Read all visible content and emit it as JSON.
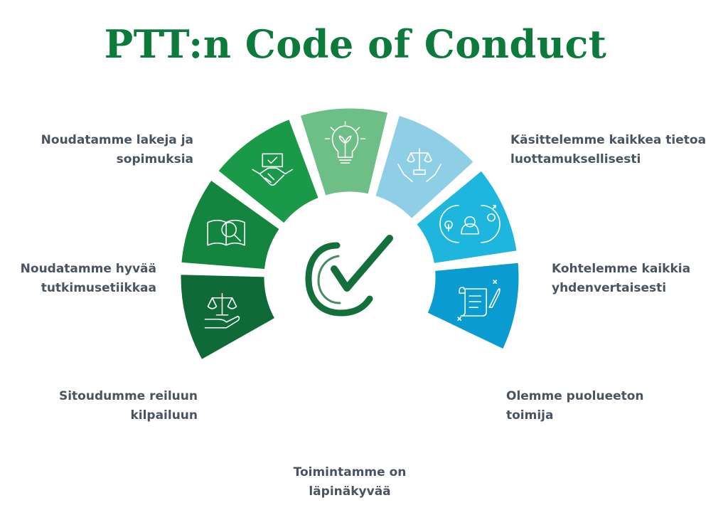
{
  "title": "PTT:n Code of Conduct",
  "center_icon": "checkmark-circle-icon",
  "segments": [
    {
      "icon": "scales-hand-icon",
      "color": "#0e6b38",
      "line1": "Noudatamme lakeja ja",
      "line2": "sopimuksia"
    },
    {
      "icon": "book-magnifier-icon",
      "color": "#14853f",
      "line1": "Noudatamme hyvää",
      "line2": "tutkimusetiikkaa"
    },
    {
      "icon": "handshake-icon",
      "color": "#1a9a49",
      "line1": "Sitoudumme reiluun",
      "line2": "kilpailuun"
    },
    {
      "icon": "lightbulb-icon",
      "color": "#6ebe88",
      "line1": "Toimintamme on",
      "line2": "läpinäkyvää"
    },
    {
      "icon": "scales-hands-icon",
      "color": "#8ecfe6",
      "line1": "Olemme puolueeton",
      "line2": "toimija"
    },
    {
      "icon": "person-gender-icon",
      "color": "#1fb6de",
      "line1": "Kohtelemme kaikkia",
      "line2": "yhdenvertaisesti"
    },
    {
      "icon": "scroll-quill-icon",
      "color": "#0a9bd0",
      "line1": "Käsittelemme kaikkea tietoa",
      "line2": "luottamuksellisesti"
    }
  ]
}
